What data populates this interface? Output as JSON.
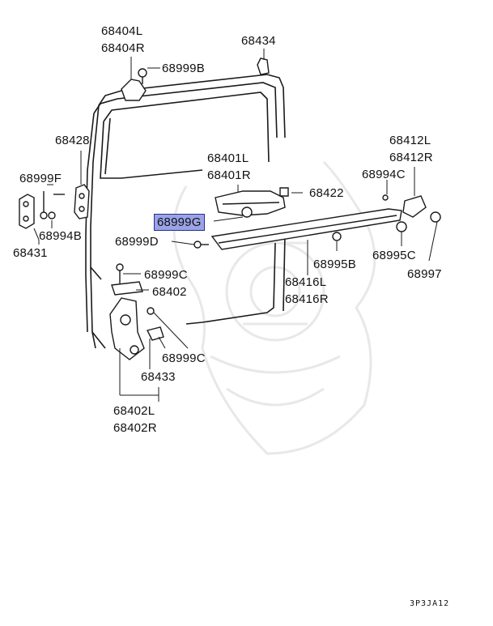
{
  "diagram": {
    "highlighted_part": "68999G",
    "labels": {
      "l_68404L": "68404L",
      "l_68404R": "68404R",
      "l_68999B": "68999B",
      "l_68434": "68434",
      "l_68428": "68428",
      "l_68401L": "68401L",
      "l_68401R": "68401R",
      "l_68412L": "68412L",
      "l_68412R": "68412R",
      "l_68999F": "68999F",
      "l_68994C": "68994C",
      "l_68422": "68422",
      "l_68999G": "68999G",
      "l_68994B": "68994B",
      "l_68999D": "68999D",
      "l_68431": "68431",
      "l_68995B": "68995B",
      "l_68995C": "68995C",
      "l_68997": "68997",
      "l_68999C_a": "68999C",
      "l_68402": "68402",
      "l_68416L": "68416L",
      "l_68416R": "68416R",
      "l_68999C_b": "68999C",
      "l_68433": "68433",
      "l_68402L": "68402L",
      "l_68402R": "68402R"
    },
    "diagram_code": "3P3JA12"
  },
  "colors": {
    "line": "#1a1a1a",
    "highlight": "#9aa3e6",
    "watermark": "#e6e6e6"
  }
}
